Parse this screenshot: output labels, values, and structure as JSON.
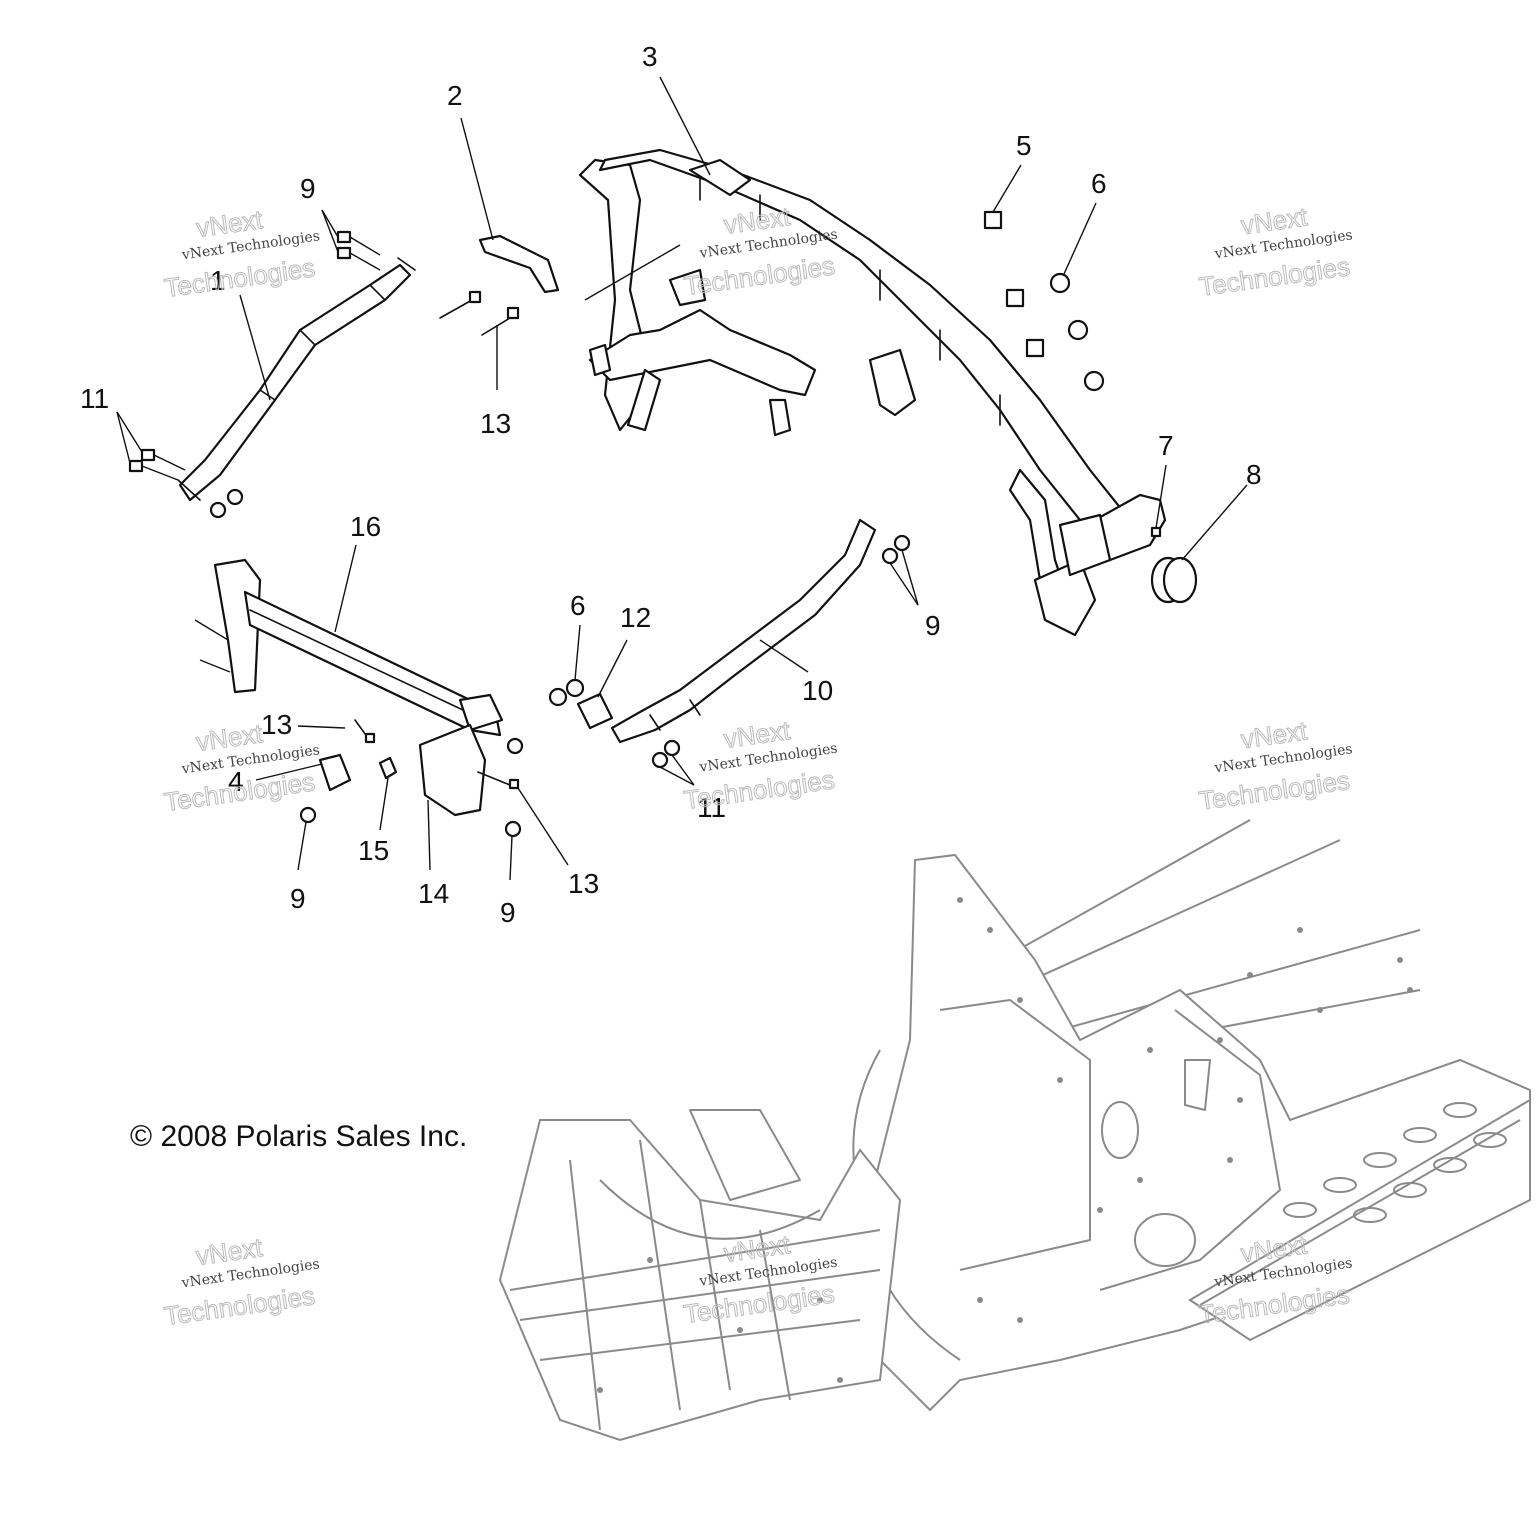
{
  "callouts": {
    "c1": "1",
    "c2": "2",
    "c3": "3",
    "c4": "4",
    "c5": "5",
    "c6a": "6",
    "c6b": "6",
    "c7": "7",
    "c8": "8",
    "c9a": "9",
    "c9b": "9",
    "c9c": "9",
    "c9d": "9",
    "c10": "10",
    "c11a": "11",
    "c11b": "11",
    "c12": "12",
    "c13a": "13",
    "c13b": "13",
    "c13c": "13",
    "c14": "14",
    "c15": "15",
    "c16": "16"
  },
  "copyright": "© 2008 Polaris Sales Inc.",
  "watermark": {
    "line1": "vNext",
    "line2": "vNext Technologies",
    "line3": "Technologies"
  }
}
